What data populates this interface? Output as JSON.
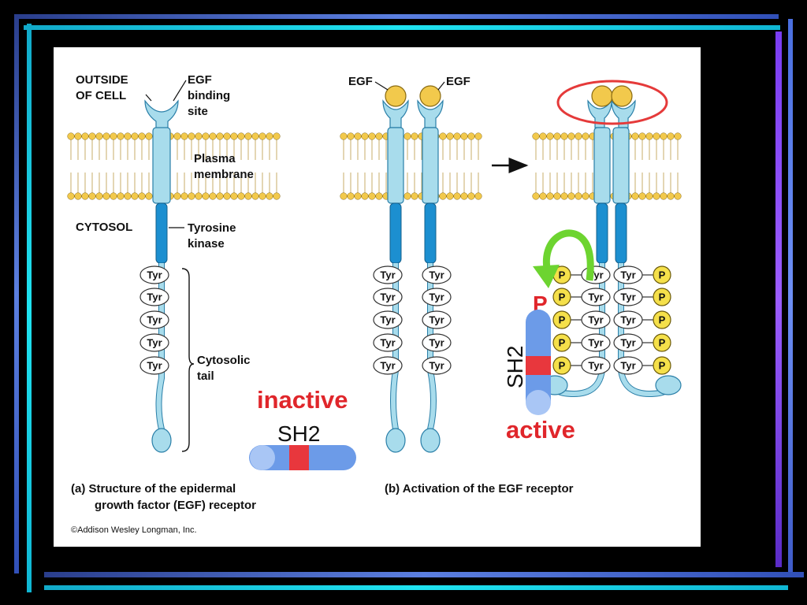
{
  "panel_a": {
    "outside_line1": "OUTSIDE",
    "outside_line2": "OF CELL",
    "egf_site_line1": "EGF",
    "egf_site_line2": "binding",
    "egf_site_line3": "site",
    "membrane_line1": "Plasma",
    "membrane_line2": "membrane",
    "cytosol": "CYTOSOL",
    "kinase_line1": "Tyrosine",
    "kinase_line2": "kinase",
    "tail_line1": "Cytosolic",
    "tail_line2": "tail",
    "caption_line1": "(a) Structure of the epidermal",
    "caption_line2": "growth factor (EGF) receptor"
  },
  "panel_b": {
    "egf_left": "EGF",
    "egf_right": "EGF",
    "caption": "(b) Activation of the EGF receptor"
  },
  "residue_label": "Tyr",
  "phosphate_label": "P",
  "overlay": {
    "inactive": "inactive",
    "active": "active",
    "sh2_inactive": "SH2",
    "sh2_active": "SH2",
    "phospho_p": "P"
  },
  "copyright": "©Addison Wesley Longman, Inc.",
  "colors": {
    "receptor_light": "#a8dcec",
    "receptor_dark": "#1c8fd0",
    "egf_gold": "#f2c94c",
    "red_label": "#e0262b",
    "sh2_blue": "#6c9be8",
    "sh2_red": "#e8373d",
    "green_arrow": "#6dd430",
    "halo_red": "#e53a3a"
  }
}
